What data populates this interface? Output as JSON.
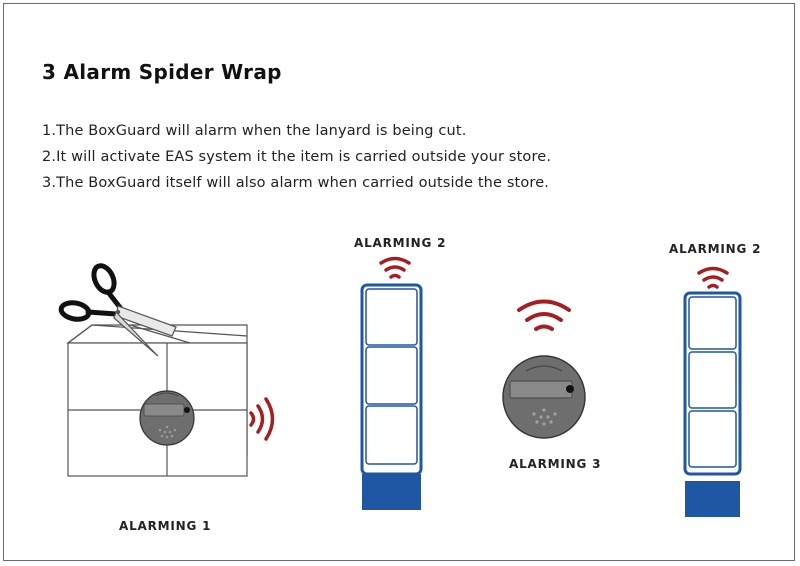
{
  "title": "3 Alarm Spider Wrap",
  "lines": [
    "1.The BoxGuard will alarm when the lanyard is being cut.",
    "2.It will activate EAS system it the item is carried outside your store.",
    "3.The BoxGuard itself will also alarm when carried outside the store."
  ],
  "captions": {
    "alarming1": "ALARMING 1",
    "alarming2_left": "ALARMING 2",
    "alarming3": "ALARMING 3",
    "alarming2_right": "ALARMING 2"
  },
  "colors": {
    "signal": "#a51e22",
    "gate_blue": "#1f57a4",
    "device_gray": "#6e6e6e"
  },
  "icons": [
    "scissors-icon",
    "wifi-signal-icon",
    "alarm-device-icon",
    "eas-gate-icon"
  ]
}
